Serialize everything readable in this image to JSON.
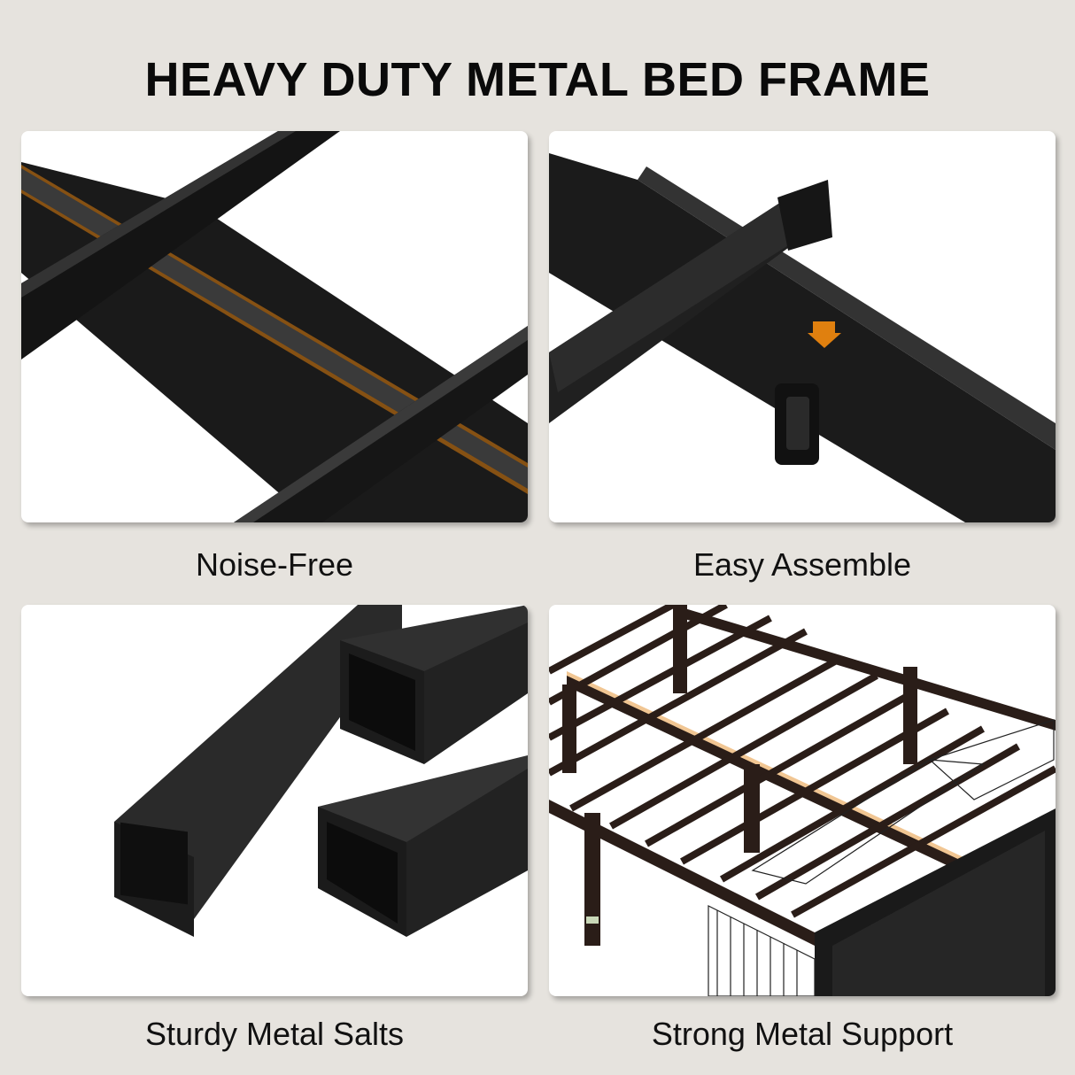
{
  "header": {
    "title": "HEAVY DUTY METAL BED FRAME"
  },
  "panels": [
    {
      "id": "noise-free",
      "caption": "Noise-Free",
      "image": "crossed-metal-bars-with-padded-strip"
    },
    {
      "id": "easy-assemble",
      "caption": "Easy Assemble",
      "image": "bar-end-slotting-into-bracket",
      "arrow_icon": "arrow-down-icon"
    },
    {
      "id": "sturdy-slats",
      "caption": "Sturdy Metal Salts",
      "image": "square-steel-tubes"
    },
    {
      "id": "strong-support",
      "caption": "Strong Metal Support",
      "image": "bed-frame-with-storage-baskets"
    }
  ],
  "colors": {
    "background": "#e6e3de",
    "panel": "#ffffff",
    "metal_dark": "#1c1c1c",
    "metal_mid": "#2e2e2e",
    "accent_orange": "#e0800f",
    "text": "#0a0a0a"
  }
}
